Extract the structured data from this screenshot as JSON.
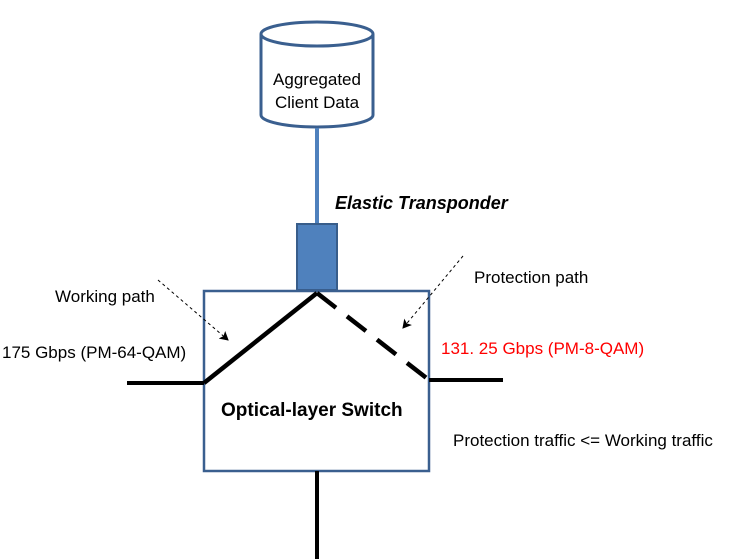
{
  "database": {
    "line1": "Aggregated",
    "line2": "Client Data"
  },
  "transponder": {
    "label": "Elastic Transponder"
  },
  "working": {
    "path_label": "Working path",
    "rate_label": "175 Gbps (PM-64-QAM)"
  },
  "protection": {
    "path_label": "Protection path",
    "rate_label": "131. 25 Gbps (PM-8-QAM)"
  },
  "switch": {
    "label": "Optical-layer  Switch"
  },
  "note": {
    "text": "Protection traffic <= Working traffic"
  },
  "colors": {
    "blue_outline": "#3a5f8f",
    "transponder_fill": "#4f81bd",
    "red_text": "#ff0000"
  }
}
